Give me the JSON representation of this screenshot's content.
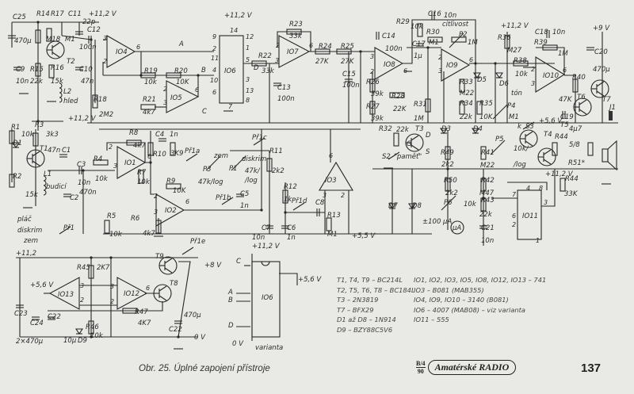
{
  "caption": "Obr. 25. Úplné zapojení přístroje",
  "magazine": {
    "issue_top": "B/4",
    "issue_bottom": "90",
    "name": "Amatérské RADIO"
  },
  "page_number": "137",
  "parts_list": {
    "left": [
      "T1, T4, T9 – BC214L",
      "T2, T5, T6, T8 – BC184L",
      "T3 – 2N3819",
      "T7 – BFX29",
      "D1 až D8 – 1N914",
      "D9 – BZY88C5V6"
    ],
    "right": [
      "IO1, IO2, IO3, IO5, IO8, IO12, IO13 – 741",
      "IO3 – B081 (MAB355)",
      "IO4, IO9, IO10 – 3140 (B081)",
      "IO6 – 4007 (MAB08) – viz varianta",
      "IO11 – 555"
    ]
  },
  "labels": [
    "+11,2 V",
    "C25",
    "470µ",
    "R14",
    "R17",
    "M18",
    "C11",
    "22p",
    "M1",
    "C12",
    "100n",
    "T2",
    "C9",
    "10n",
    "R15",
    "22k",
    "R16",
    "15k",
    "C10",
    "47n",
    "L2",
    "hled",
    "R18",
    "2M2",
    "+11,2 V",
    "IO4",
    "3",
    "2",
    "6",
    "A",
    "R19",
    "10k",
    "R20",
    "10K",
    "B",
    "R21",
    "4k7",
    "IO5",
    "2",
    "3",
    "6",
    "IO6",
    "9",
    "2",
    "11",
    "4",
    "10",
    "6",
    "12",
    "1",
    "5",
    "3",
    "13",
    "8",
    "14",
    "7",
    "+11,2 V",
    "C",
    "D",
    "R22",
    "33k",
    "C13",
    "100n",
    "R23",
    "33k",
    "IO7",
    "2",
    "3",
    "6",
    "R24",
    "27K",
    "R25",
    "27K",
    "C14",
    "100n",
    "C15",
    "100n",
    "IO8",
    "3",
    "2",
    "6",
    "R26",
    "39k",
    "R27",
    "39k",
    "R28",
    "22K",
    "R29",
    "10k",
    "C16",
    "10n",
    "citlivost",
    "R30",
    "M1",
    "P2",
    "1M",
    "C17",
    "1µ",
    "R31",
    "1M",
    "IO9",
    "2",
    "3",
    "6",
    "+11,2 V",
    "R36",
    "M27",
    "D5",
    "D6",
    "R33",
    "M22",
    "R34",
    "22k",
    "R35",
    "10K",
    "tón",
    "P4",
    "M1",
    "R38",
    "10k",
    "C18",
    "10n",
    "R39",
    "1M",
    "IO10",
    "2",
    "3",
    "6",
    "R40",
    "47K",
    "T6",
    "T7",
    "+9 V",
    "C20",
    "470µ",
    "+5,6 V",
    "C19",
    "4µ7",
    "J1",
    "R32",
    "22k",
    "T3",
    "D",
    "G",
    "S",
    "S2",
    "\"paměť\"",
    "D3",
    "D4",
    "R49",
    "2k2",
    "R41",
    "M22",
    "P5",
    "10k/",
    "/log",
    "k",
    "S3",
    "T4",
    "T5",
    "R44",
    "5/8",
    "R51*",
    "+11,2 V",
    "R44",
    "33K",
    "R42",
    "M47",
    "R43",
    "22k",
    "C21",
    "10n",
    "IO11",
    "4",
    "8",
    "7",
    "3",
    "6",
    "2",
    "1",
    "R50",
    "2k2",
    "P6",
    "10k",
    "±100 µA",
    "µA",
    "D7",
    "D8",
    "IO3",
    "6",
    "3",
    "2",
    "+5,5 V",
    "C8",
    "R13",
    "M1",
    "R1",
    "10k",
    "R3",
    "3k3",
    "D1",
    "T1",
    "C1",
    "47n",
    "R2",
    "15k",
    "L1",
    "budicí",
    "C3",
    "10n",
    "R4",
    "10k",
    "C2",
    "470n",
    "IO1",
    "2",
    "3",
    "6",
    "R8",
    "4k7",
    "C4",
    "1n",
    "R10",
    "3K9",
    "R7",
    "10k",
    "R9",
    "10K",
    "IO2",
    "2",
    "3",
    "6",
    "R6",
    "4k7",
    "R5",
    "10k",
    "Př1a",
    "zem",
    "P3",
    "47k/log",
    "Př1b",
    "Př1c",
    "P1",
    "diskrim",
    "47k/",
    "/log",
    "C5",
    "1n",
    "R11",
    "2k2",
    "R12",
    "1k",
    "Př1d",
    "C7",
    "10n",
    "C6",
    "1n",
    "pláč",
    "diskrim",
    "zem",
    "Př1",
    "+11,2",
    "+5,6 V",
    "IO13",
    "3",
    "2",
    "R45",
    "2K7",
    "IO12",
    "3",
    "2",
    "6",
    "T9",
    "T8",
    "Př1e",
    "+8 V",
    "R47",
    "4K7",
    "R46",
    "10k",
    "C23",
    "C24",
    "C22",
    "10µ",
    "D9",
    "2×470µ",
    "C22",
    "470µ",
    "0 V",
    "+11,2 V",
    "C",
    "+5,6 V",
    "A",
    "B",
    "D",
    "IO6",
    "0 V",
    "varianta"
  ]
}
